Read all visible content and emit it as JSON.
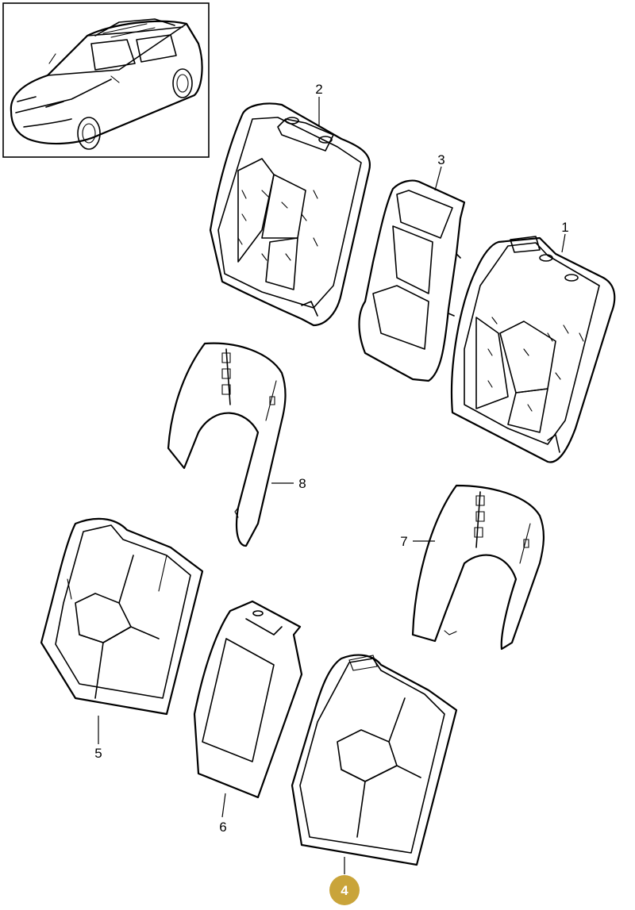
{
  "callouts": {
    "c1": "1",
    "c2": "2",
    "c3": "3",
    "c4": "4",
    "c5": "5",
    "c6": "6",
    "c7": "7",
    "c8": "8"
  },
  "highlight": {
    "part": "4",
    "color": "#c9a43a"
  }
}
